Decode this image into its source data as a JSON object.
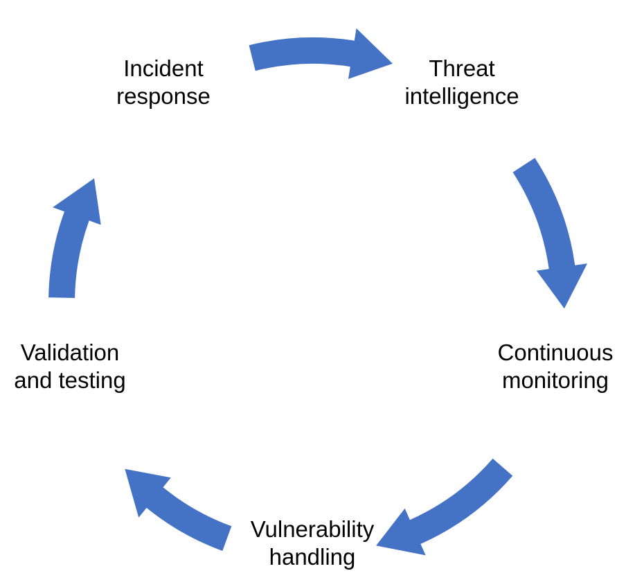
{
  "diagram": {
    "arrow_color": "#4472C4",
    "text_color": "#000000",
    "stages": [
      {
        "id": "incident-response",
        "lines": [
          "Incident",
          "response"
        ]
      },
      {
        "id": "threat-intelligence",
        "lines": [
          "Threat",
          "intelligence"
        ]
      },
      {
        "id": "continuous-monitoring",
        "lines": [
          "Continuous",
          "monitoring"
        ]
      },
      {
        "id": "vulnerability-handling",
        "lines": [
          "Vulnerability",
          "handling"
        ]
      },
      {
        "id": "validation-and-testing",
        "lines": [
          "Validation",
          "and testing"
        ]
      }
    ]
  }
}
